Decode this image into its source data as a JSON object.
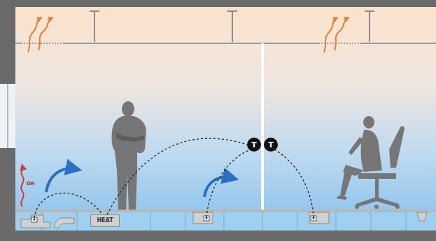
{
  "diagram": {
    "nodes": [
      {
        "text": [
          "HEAT"
        ]
      },
      {
        "text": [
          "T"
        ]
      },
      {
        "text": [
          "T"
        ]
      }
    ],
    "edges": [
      {
        "from": 0,
        "to": 1,
        "arrow": "none"
      }
    ],
    "labels": [
      "OR"
    ]
  }
}
